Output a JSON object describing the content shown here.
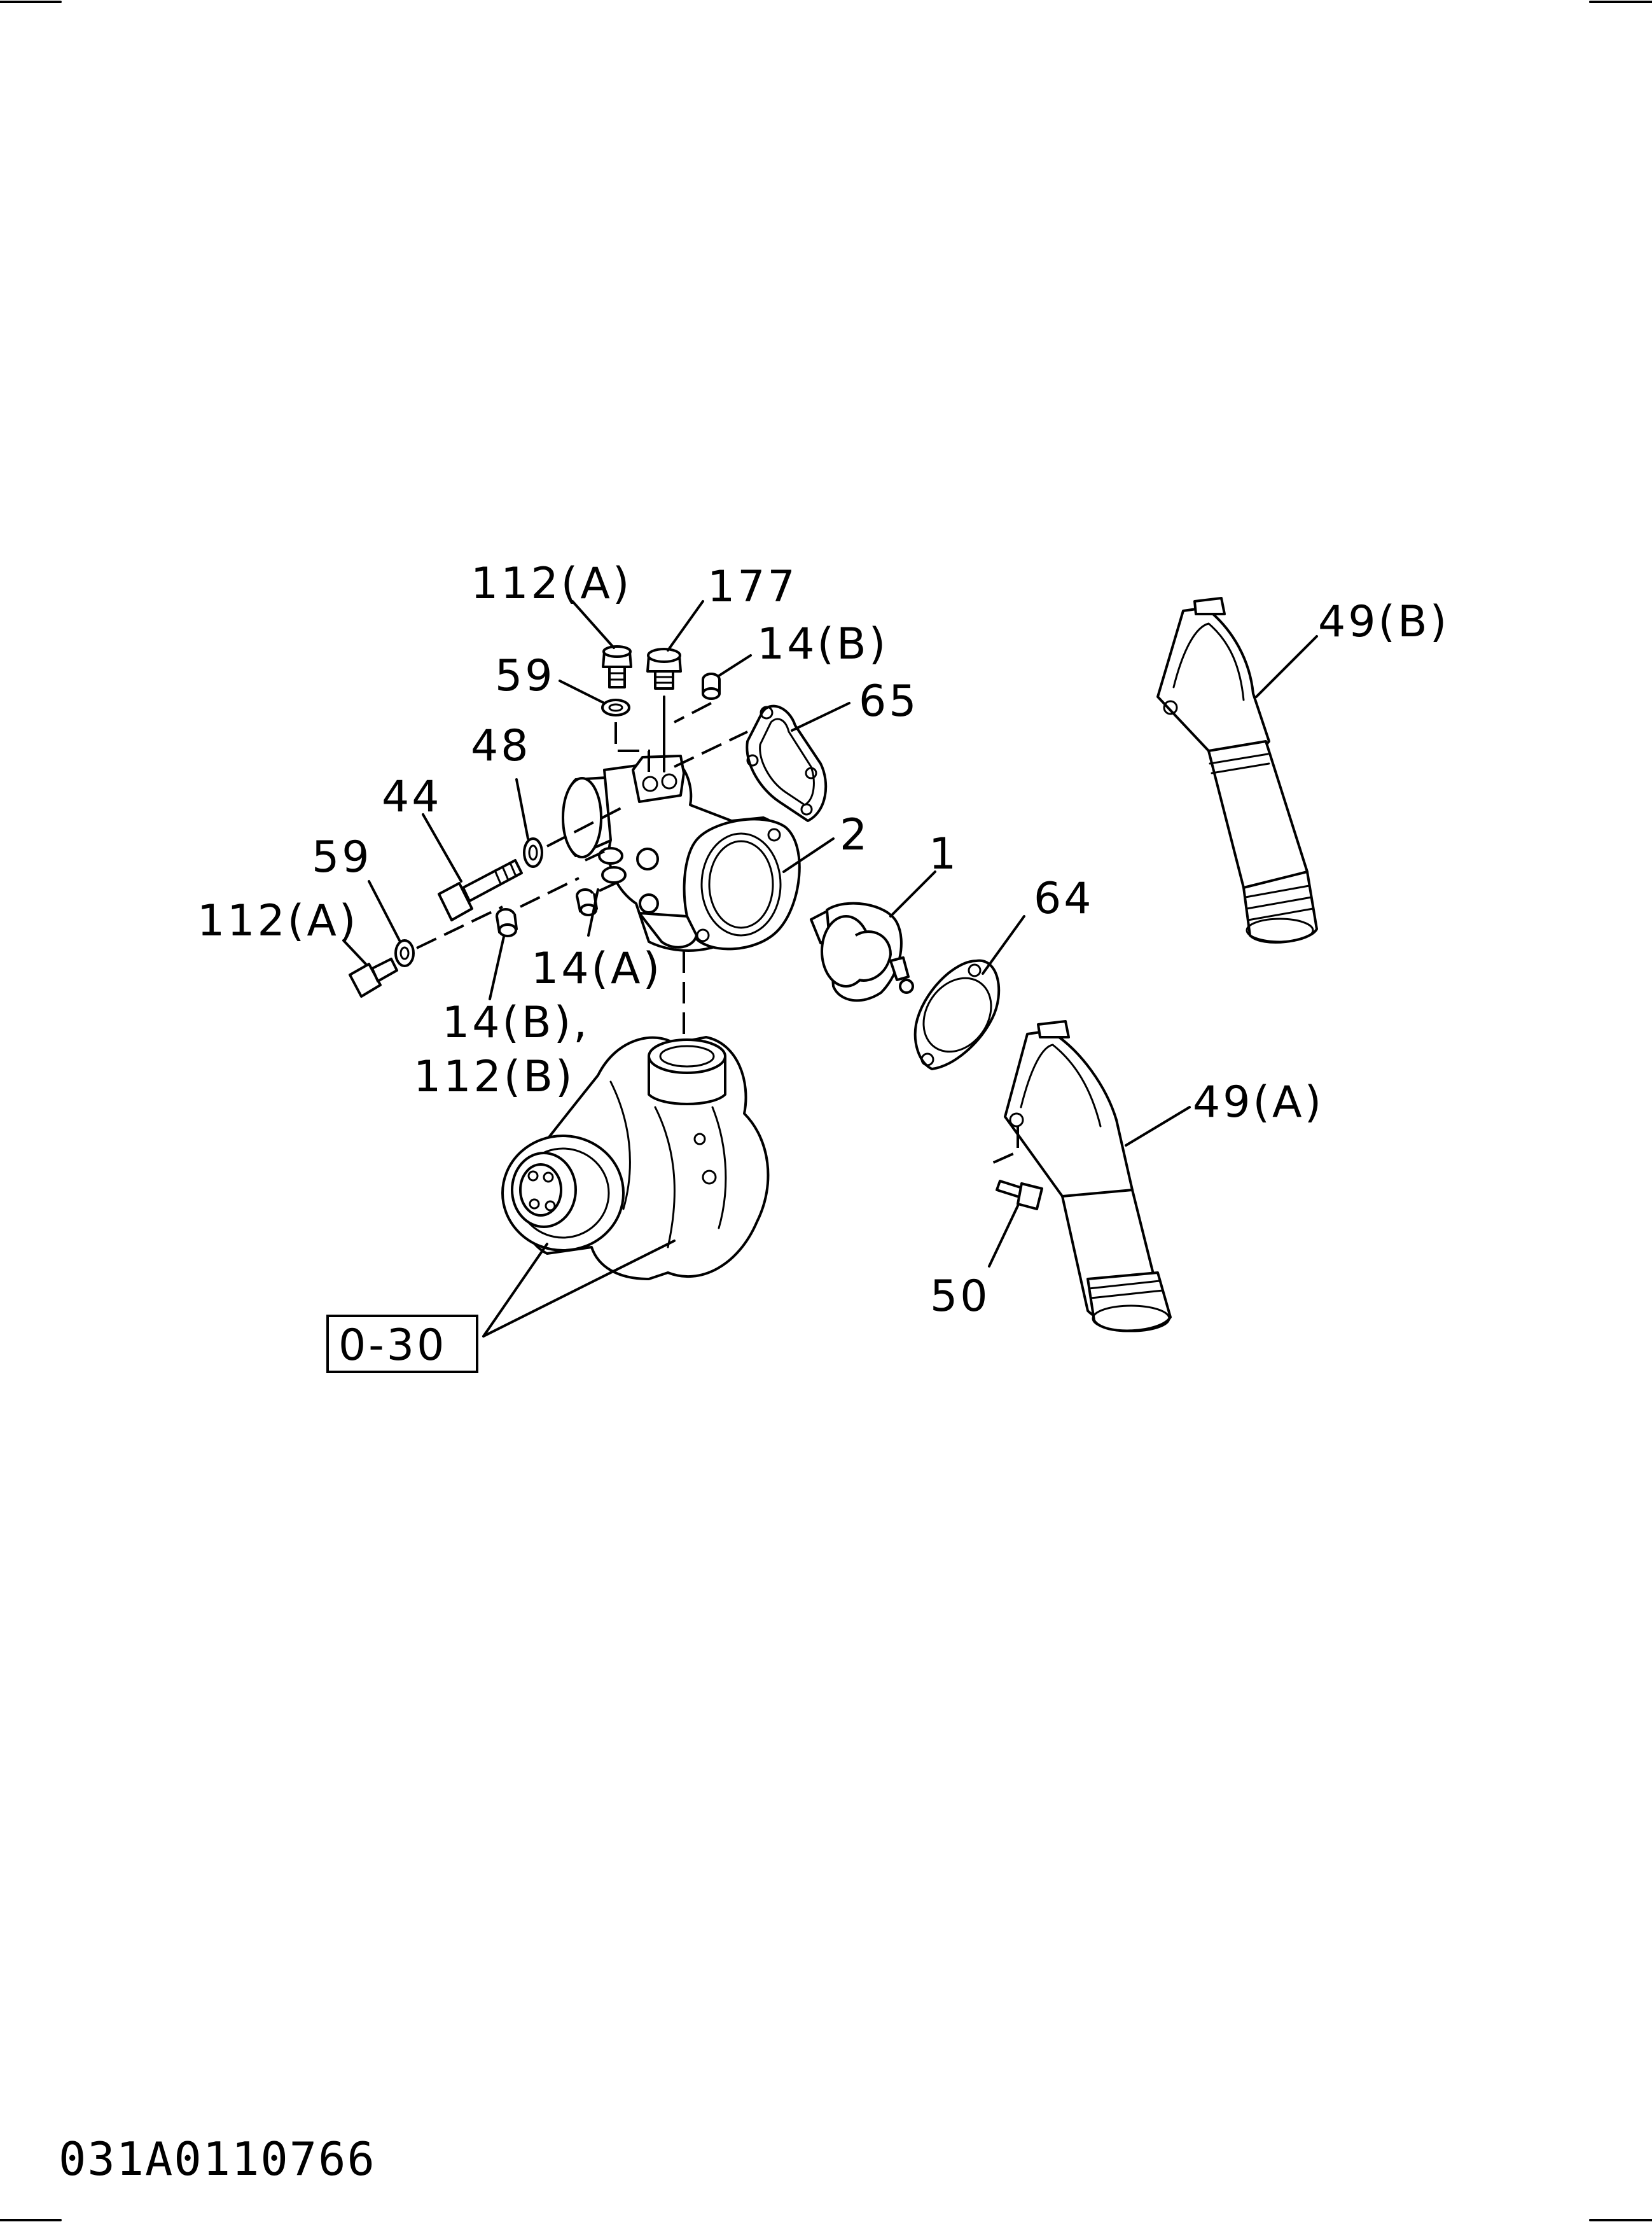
{
  "labels": {
    "p112a_top": "112(A)",
    "p177": "177",
    "p14b_top": "14(B)",
    "p59_top": "59",
    "p65": "65",
    "p48": "48",
    "p44": "44",
    "p59_left": "59",
    "p112a_left": "112(A)",
    "p2": "2",
    "p1": "1",
    "p64": "64",
    "p14a": "14(A)",
    "p14b_lower_line1": "14(B),",
    "p14b_lower_line2": "112(B)",
    "p49b": "49(B)",
    "p49a": "49(A)",
    "p50": "50",
    "ref_box": "0-30"
  },
  "drawing_code": "031A0110766"
}
